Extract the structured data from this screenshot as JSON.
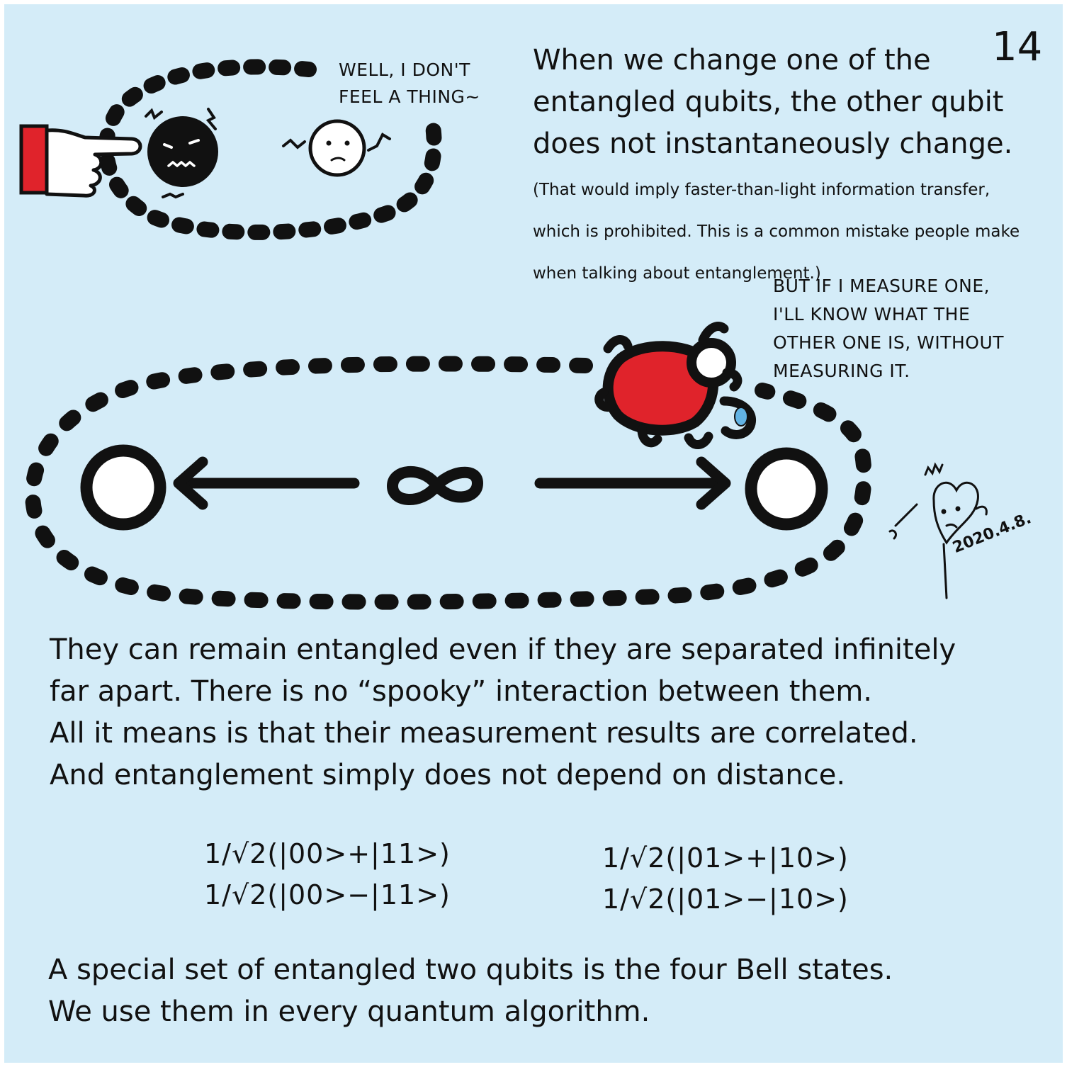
{
  "page_number": "14",
  "intro": {
    "main": "When we change one of the entangled qubits, the other qubit does not instantaneously change.",
    "aside": "(That would imply faster-than-light information transfer, which is prohibited. This is a common mistake people make when talking about entanglement.)"
  },
  "speech_top": {
    "line1": "WELL, I DON'T",
    "line2": "FEEL A THING~"
  },
  "speech_bottom": {
    "line1": "BUT IF I MEASURE ONE,",
    "line2": "I'LL KNOW WHAT THE",
    "line3": "OTHER ONE IS, WITHOUT",
    "line4": "MEASURING IT."
  },
  "infinity_symbol": "∞",
  "paragraph_distance": {
    "line1": "They can remain entangled even if they are separated infinitely",
    "line2": "far apart. There is no “spooky” interaction between them.",
    "line3": "All it means is that their measurement results are correlated.",
    "line4": "And entanglement simply does not depend on distance."
  },
  "bell_states": {
    "left_1": "1/√2(|00>+|11>)",
    "left_2": "1/√2(|00>−|11>)",
    "right_1": "1/√2(|01>+|10>)",
    "right_2": "1/√2(|01>−|10>)"
  },
  "paragraph_bell": {
    "line1": "A special set of entangled two qubits is the four Bell states.",
    "line2": "We use them in every quantum algorithm."
  },
  "signature_date": "2020.4.8.",
  "colors": {
    "background": "#d4ecf8",
    "ink": "#111111",
    "accent_red": "#e0232b",
    "drop_blue": "#62b3e4"
  },
  "icons": [
    "pointing-hand-icon",
    "qubit-sad-icon",
    "qubit-worried-icon",
    "qubit-icon",
    "infinity-icon",
    "arrow-left-icon",
    "arrow-right-icon",
    "measuring-hand-icon",
    "signature-doodle-icon"
  ]
}
